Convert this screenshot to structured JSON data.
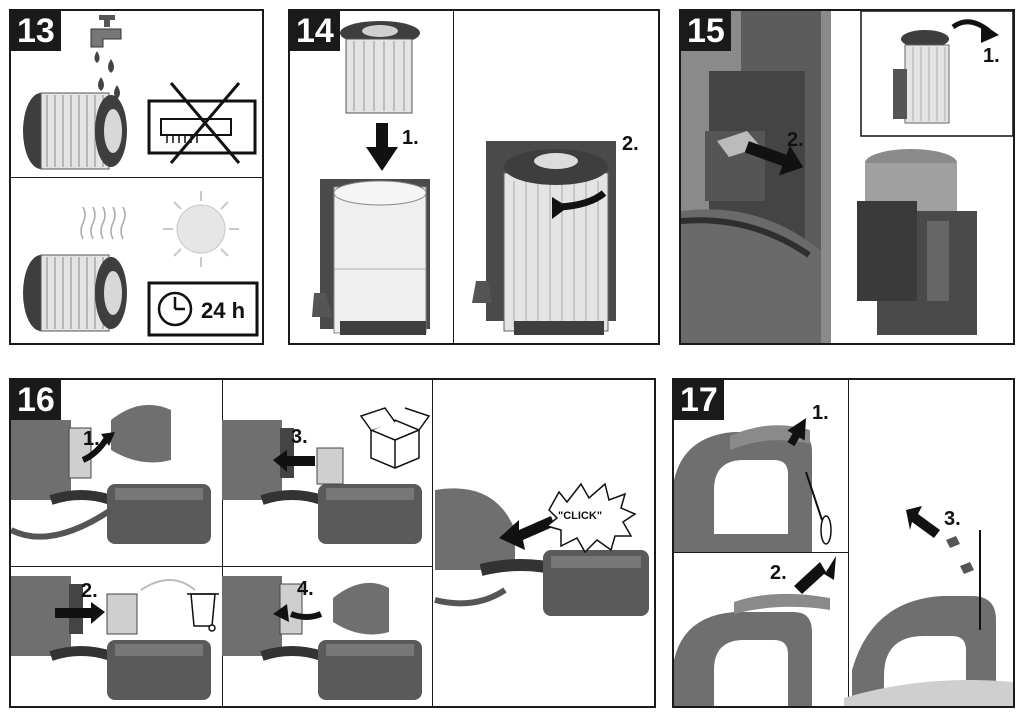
{
  "panels": {
    "p13": {
      "number": "13",
      "time_label": "24 h"
    },
    "p14": {
      "number": "14",
      "steps": [
        "1.",
        "2."
      ]
    },
    "p15": {
      "number": "15",
      "steps": [
        "1.",
        "2."
      ]
    },
    "p16": {
      "number": "16",
      "steps": [
        "1.",
        "2.",
        "3.",
        "4."
      ],
      "click_text": "\"CLICK\""
    },
    "p17": {
      "number": "17",
      "steps": [
        "1.",
        "2.",
        "3."
      ]
    }
  },
  "colors": {
    "device_gray": "#6f6f6f",
    "dark_gray": "#3e3e3e",
    "light_gray": "#cfcfcf",
    "filter_gray": "#e4e4e4",
    "ink": "#1a1a1a"
  }
}
